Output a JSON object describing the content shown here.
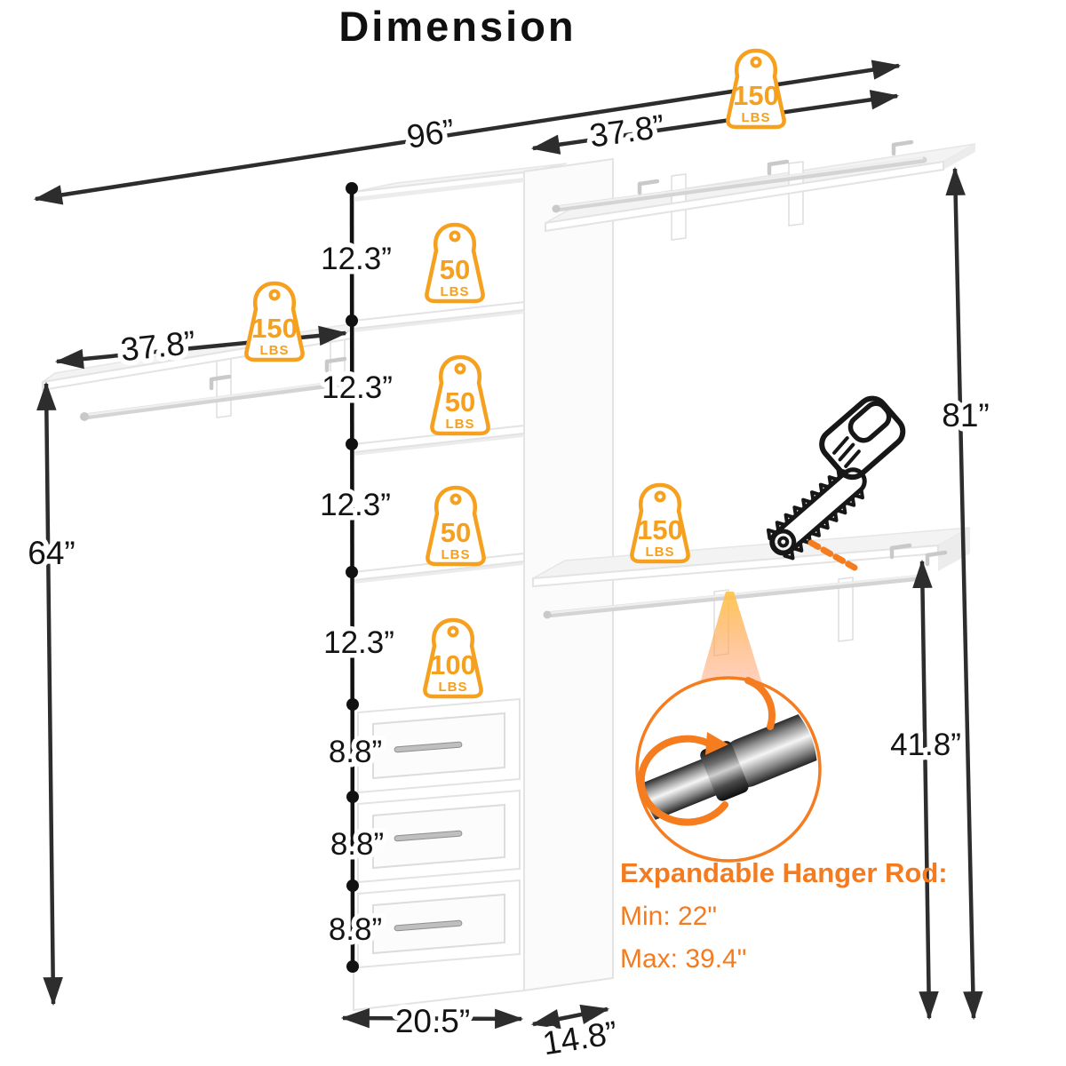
{
  "title": "Dimension",
  "colors": {
    "badge_orange": "#F5A01E",
    "text_orange": "#F47B20",
    "dimension_line": "#2D2D2D"
  },
  "measurements": {
    "total_width": "96”",
    "top_shelf_width": "37.8”",
    "left_shelf_width": "37.8”",
    "cubby_height": "12.3”",
    "drawer_height": "8.8”",
    "left_shelf_height": "64”",
    "total_height": "81”",
    "rod_height": "41.8”",
    "tower_width": "20.5”",
    "tower_depth": "14.8”"
  },
  "badges": [
    {
      "label": "top-shelf-capacity",
      "value": "150",
      "unit": "LBS"
    },
    {
      "label": "left-shelf-capacity",
      "value": "150",
      "unit": "LBS"
    },
    {
      "label": "cubby-1-capacity",
      "value": "50",
      "unit": "LBS"
    },
    {
      "label": "cubby-2-capacity",
      "value": "50",
      "unit": "LBS"
    },
    {
      "label": "cubby-3-capacity",
      "value": "50",
      "unit": "LBS"
    },
    {
      "label": "drawer-top-capacity",
      "value": "100",
      "unit": "LBS"
    },
    {
      "label": "lower-shelf-capacity",
      "value": "150",
      "unit": "LBS"
    }
  ],
  "inset": {
    "heading": "Expandable Hanger Rod:",
    "min_label": "Min: 22\"",
    "max_label": "Max: 39.4\""
  }
}
